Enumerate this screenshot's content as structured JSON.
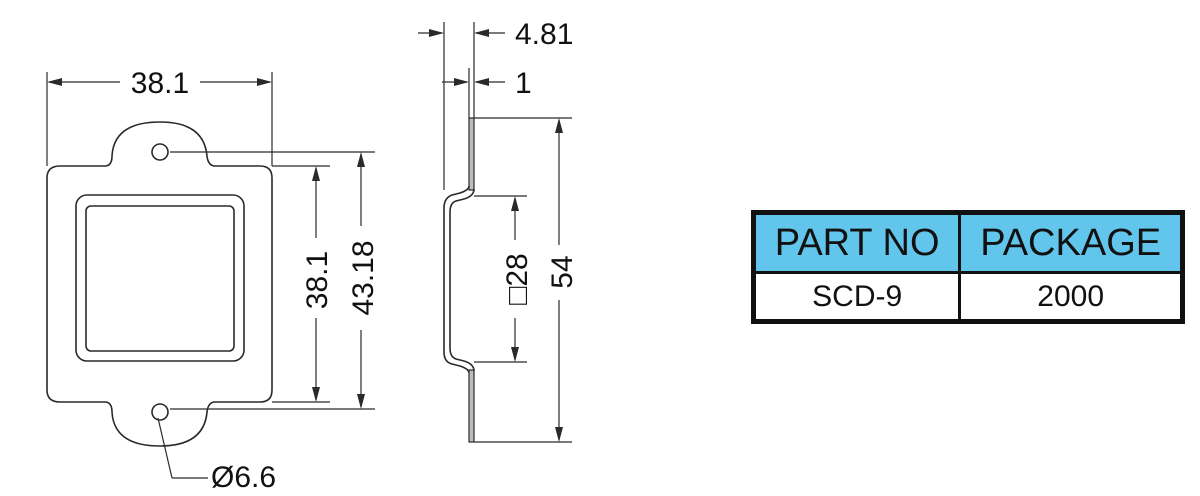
{
  "dimensions": {
    "front_width": "38.1",
    "front_inner_height": "38.1",
    "front_outer_height": "43.18",
    "hole_diameter": "Ø6.6",
    "side_depth": "4.81",
    "side_thickness": "1",
    "side_square": "□28",
    "side_total_length": "54"
  },
  "table": {
    "headers": [
      "PART NO",
      "PACKAGE"
    ],
    "rows": [
      [
        "SCD-9",
        "2000"
      ]
    ]
  },
  "colors": {
    "header_bg": "#62c6ec",
    "line": "#2a2a2a",
    "plate_section": "#bdbdbd"
  }
}
